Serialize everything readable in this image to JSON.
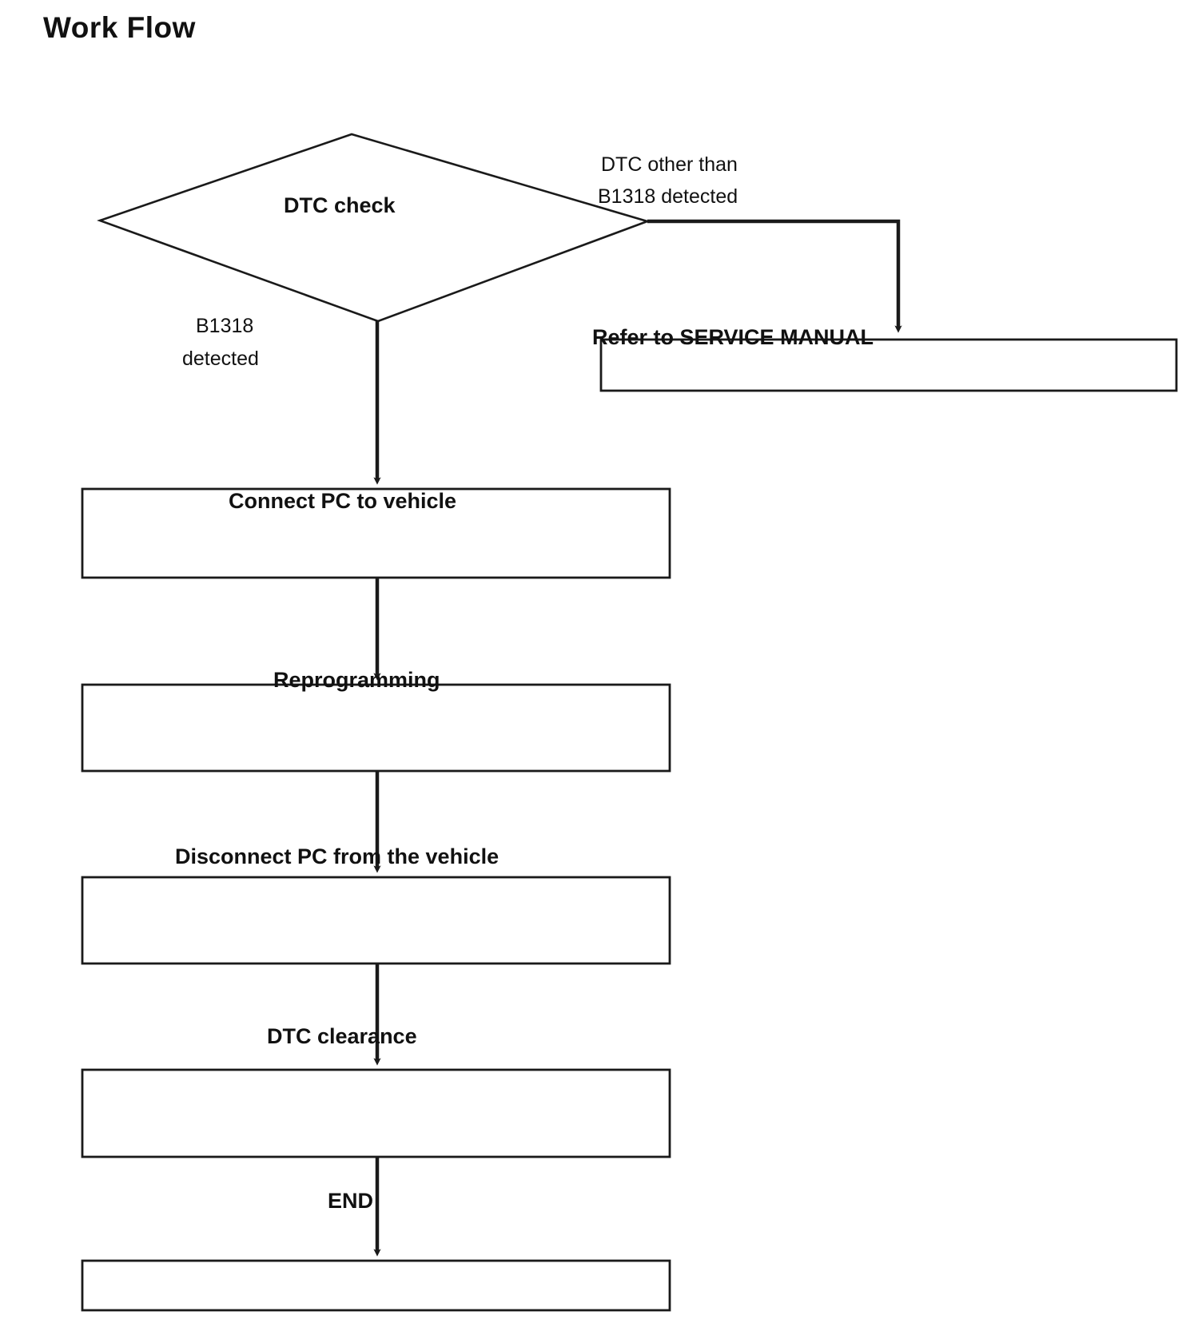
{
  "document": {
    "title": "Work Flow"
  },
  "colors": {
    "background": "#ffffff",
    "stroke": "#1a1a1a",
    "text": "#111111",
    "box_fill": "#ffffff"
  },
  "flowchart": {
    "type": "flowchart",
    "orientation": "top-to-bottom",
    "nodes": [
      {
        "id": "dtc-check",
        "shape": "diamond",
        "label": "DTC check",
        "bold": true
      },
      {
        "id": "service-manual",
        "shape": "rectangle",
        "label": "Refer to SERVICE MANUAL",
        "bold": true,
        "align": "left"
      },
      {
        "id": "connect-pc",
        "shape": "rectangle",
        "label": "Connect PC to vehicle",
        "bold": true,
        "align": "center"
      },
      {
        "id": "reprogramming",
        "shape": "rectangle",
        "label": "Reprogramming",
        "bold": true,
        "align": "center"
      },
      {
        "id": "disconnect-pc",
        "shape": "rectangle",
        "label": "Disconnect PC from the vehicle",
        "bold": true,
        "align": "center"
      },
      {
        "id": "dtc-clearance",
        "shape": "rectangle",
        "label": "DTC clearance",
        "bold": true,
        "align": "center"
      },
      {
        "id": "end",
        "shape": "rectangle",
        "label": "END",
        "bold": true,
        "align": "center"
      }
    ],
    "edges": [
      {
        "from": "dtc-check",
        "to": "service-manual",
        "label_line1": "DTC other than",
        "label_line2": "B1318 detected",
        "route": "right-then-down",
        "arrow": true
      },
      {
        "from": "dtc-check",
        "to": "connect-pc",
        "label_line1": "B1318",
        "label_line2": "detected",
        "route": "down",
        "arrow": true
      },
      {
        "from": "connect-pc",
        "to": "reprogramming",
        "route": "down",
        "arrow": true
      },
      {
        "from": "reprogramming",
        "to": "disconnect-pc",
        "route": "down",
        "arrow": true
      },
      {
        "from": "disconnect-pc",
        "to": "dtc-clearance",
        "route": "down",
        "arrow": true
      },
      {
        "from": "dtc-clearance",
        "to": "end",
        "route": "down",
        "arrow": true
      }
    ]
  }
}
